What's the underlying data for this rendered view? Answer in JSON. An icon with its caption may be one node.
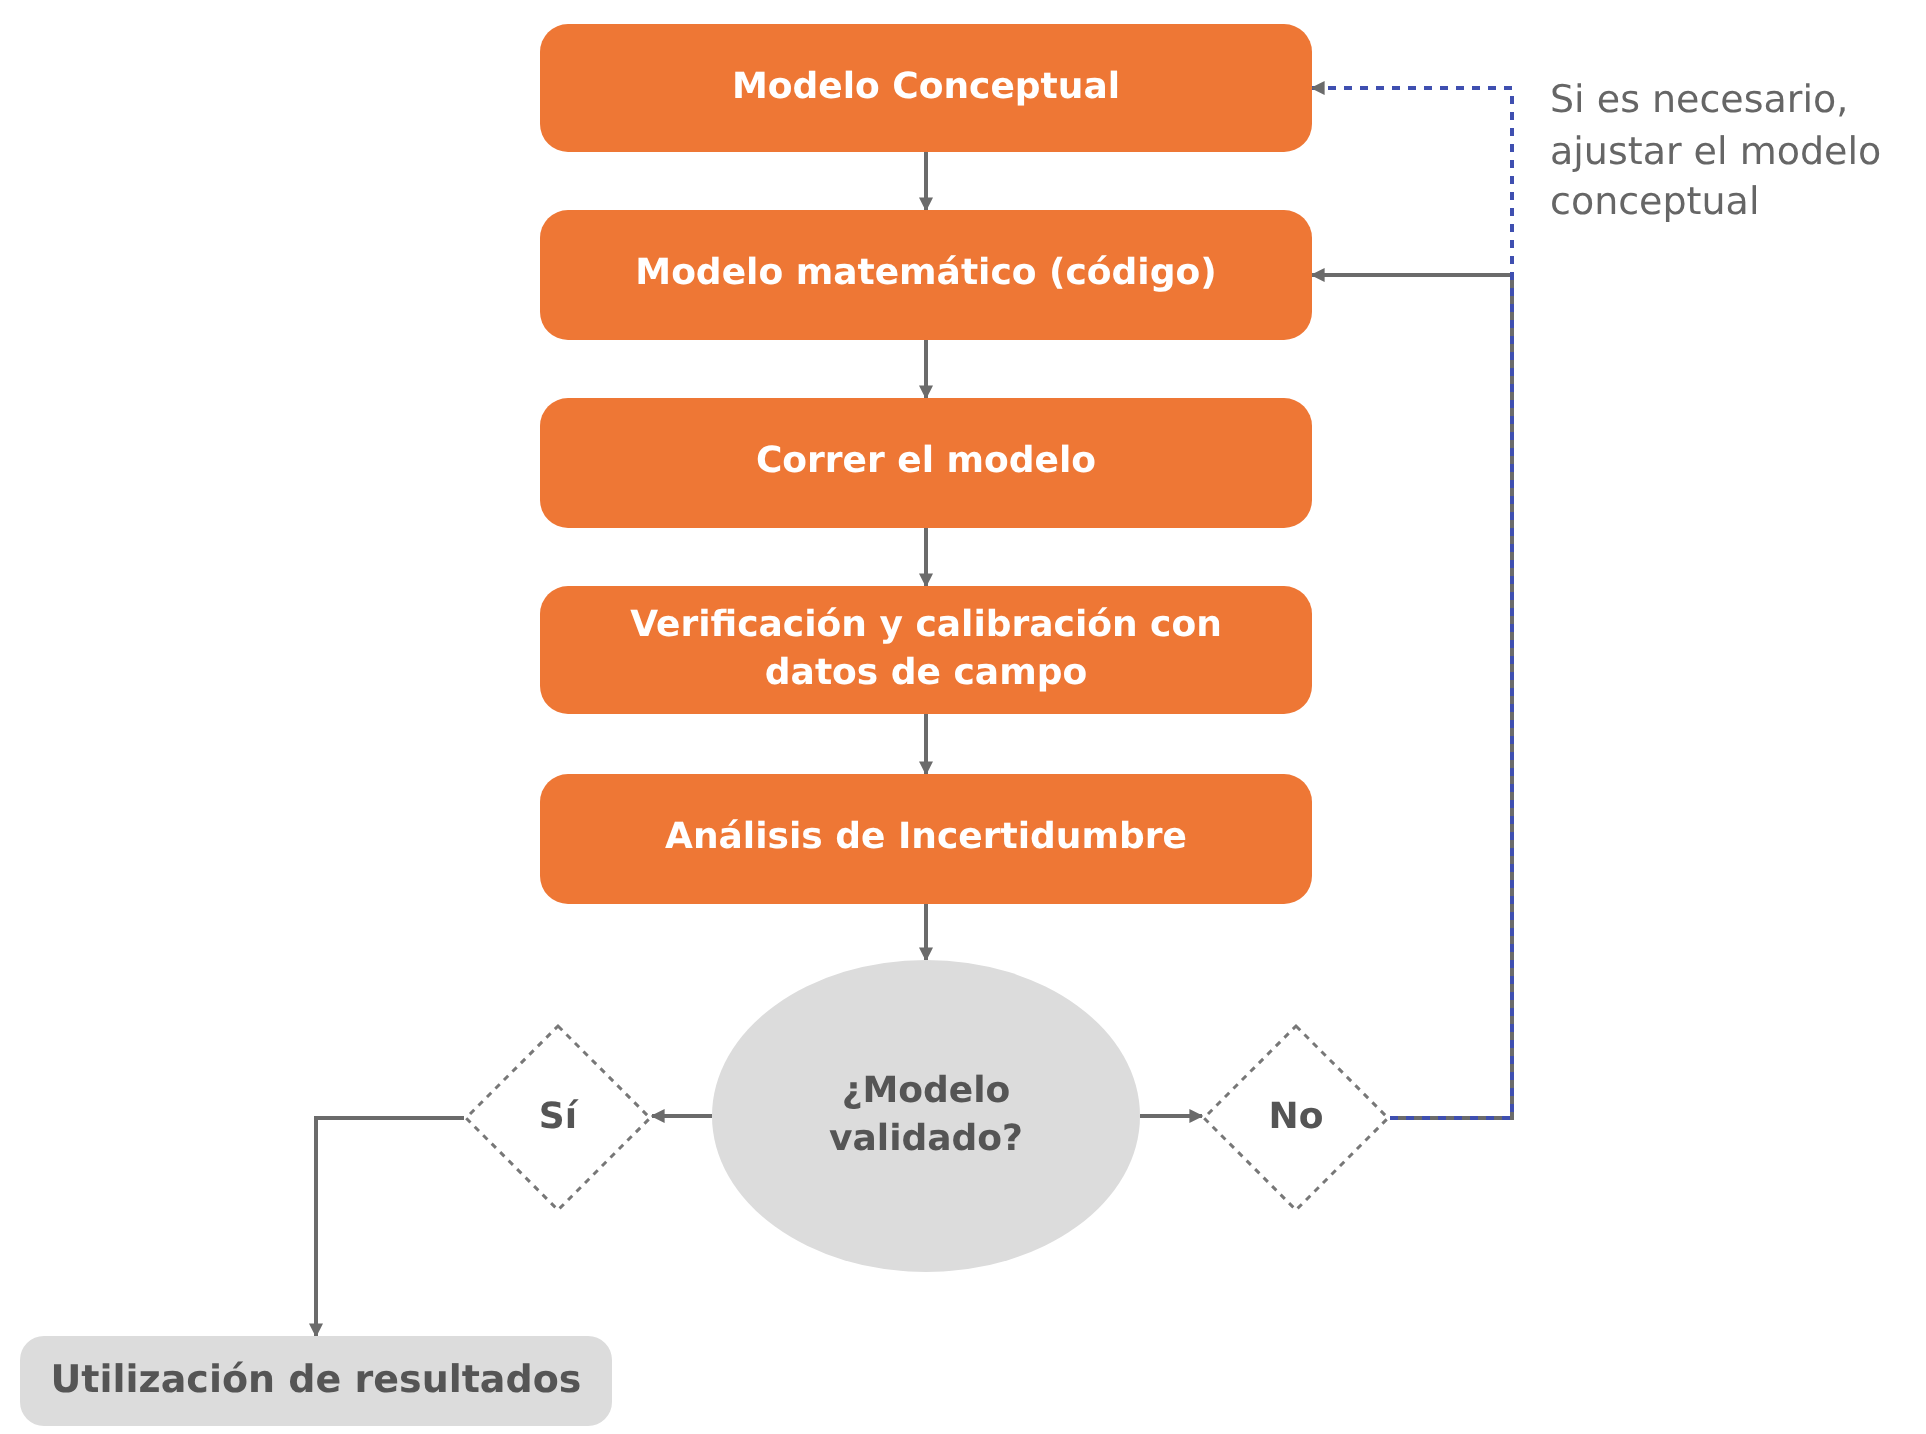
{
  "diagram": {
    "nodes": [
      {
        "text": [
          "Modelo Conceptual"
        ]
      },
      {
        "text": [
          "Modelo matemático (código)"
        ]
      },
      {
        "text": [
          "Correr el modelo"
        ]
      },
      {
        "text": [
          "Verificación y calibración con datos de campo"
        ]
      },
      {
        "text": [
          "Análisis de Incertidumbre"
        ]
      },
      {
        "text": [
          "¿Modelo validado?"
        ]
      },
      {
        "text": [
          "Sí"
        ]
      },
      {
        "text": [
          "No"
        ]
      },
      {
        "text": [
          "Utilización de resultados"
        ]
      }
    ],
    "edges": [
      {
        "from": 0,
        "to": 1,
        "arrow": "to"
      },
      {
        "from": 1,
        "to": 2,
        "arrow": "to"
      },
      {
        "from": 2,
        "to": 3,
        "arrow": "to"
      },
      {
        "from": 3,
        "to": 4,
        "arrow": "to"
      },
      {
        "from": 4,
        "to": 5,
        "arrow": "to"
      },
      {
        "from": 5,
        "to": 6,
        "arrow": "to"
      },
      {
        "from": 5,
        "to": 7,
        "arrow": "to"
      },
      {
        "from": 6,
        "to": 8,
        "arrow": "to"
      },
      {
        "from": 7,
        "to": 1,
        "arrow": "to"
      },
      {
        "from": 7,
        "to": 0,
        "arrow": "to",
        "style": "dashed",
        "color": "#3f4fb0"
      }
    ],
    "labels": [
      "Si es necesario, ajustar el modelo conceptual"
    ]
  }
}
